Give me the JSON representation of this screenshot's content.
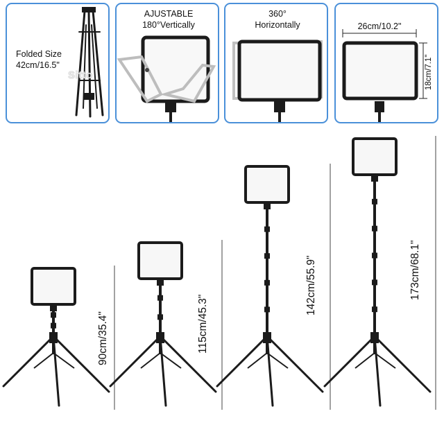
{
  "panels": {
    "folded": {
      "line1": "Folded Size",
      "line2": "42cm/16.5\"",
      "logo": "Sitto"
    },
    "vertical": {
      "line1": "AJUSTABLE",
      "line2": "180°Vertically"
    },
    "horizontal": {
      "line1": "360°",
      "line2": "Horizontally"
    },
    "dimensions": {
      "width": "26cm/10.2\"",
      "height": "18cm/7.1\""
    }
  },
  "heights": [
    {
      "label": "90cm/35.4\"",
      "value_cm": 90
    },
    {
      "label": "115cm/45.3\"",
      "value_cm": 115
    },
    {
      "label": "142cm/55.9\"",
      "value_cm": 142
    },
    {
      "label": "173cm/68.1\"",
      "value_cm": 173
    }
  ],
  "colors": {
    "panel_border": "#4a90d9",
    "frame": "#1b1b1b",
    "screen": "#f7f7f7"
  }
}
